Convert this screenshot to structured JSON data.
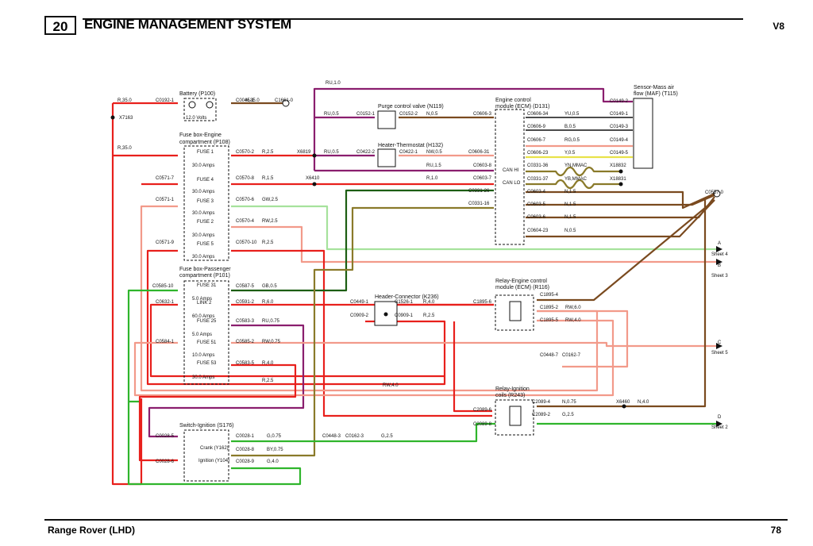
{
  "header": {
    "section": "20",
    "title": "ENGINE MANAGEMENT SYSTEM",
    "model": "V8"
  },
  "footer": {
    "left": "Range Rover (LHD)",
    "page": "78"
  },
  "colors": {
    "red": "#e8201c",
    "brown": "#7a4a1f",
    "purple": "#8a1e6e",
    "green": "#2fb52c",
    "light_green": "#a6e29c",
    "pink": "#f29a8a",
    "dark_green": "#1c5e12",
    "olive": "#8a7a2a",
    "yellow": "#e8e24a",
    "black": "#111111",
    "grey": "#9a9a9a"
  },
  "components": {
    "battery": "Battery (P100)",
    "battery_volts": "12.0 Volts",
    "fusebox_engine": [
      "Fuse box-Engine",
      "compartment (P108)"
    ],
    "fusebox_pass": [
      "Fuse box-Passenger",
      "compartment (P101)"
    ],
    "purge": "Purge control valve (N119)",
    "thermostat": "Heater-Thermostat (H132)",
    "ecm": [
      "Engine control",
      "module (ECM) (D131)"
    ],
    "maf": [
      "Sensor-Mass air",
      "flow (MAF) (T115)"
    ],
    "header_conn": "Header-Connector (K236)",
    "relay_ecm": [
      "Relay-Engine control",
      "module (ECM) (R116)"
    ],
    "relay_ign": [
      "Relay-Ignition",
      "coils (R243)"
    ],
    "switch_ign": "Switch-Ignition (S176)",
    "crank": "Crank (Y162)",
    "ignition": "Ignition (Y104)",
    "can_hi": "CAN HI",
    "can_lo": "CAN LO"
  },
  "fuses": [
    {
      "name": "FUSE 1",
      "amps": "30.0 Amps"
    },
    {
      "name": "FUSE 4",
      "amps": "30.0 Amps"
    },
    {
      "name": "FUSE 3",
      "amps": "30.0 Amps"
    },
    {
      "name": "FUSE 2",
      "amps": "30.0 Amps"
    },
    {
      "name": "FUSE 5",
      "amps": "30.0 Amps"
    },
    {
      "name": "FUSE 31",
      "amps": "5.0 Amps"
    },
    {
      "name": "LINK 2",
      "amps": "60.0 Amps"
    },
    {
      "name": "FUSE 25",
      "amps": "5.0 Amps"
    },
    {
      "name": "FUSE 51",
      "amps": "10.0 Amps"
    },
    {
      "name": "FUSE 53",
      "amps": "30.0 Amps"
    }
  ],
  "labels": [
    "RU,1.0",
    "R,35.0",
    "C0192-1",
    "C0045-1",
    "N,35.0",
    "C1661-0",
    "X7163",
    "R,35.0",
    "C0570-2",
    "R,2.5",
    "X6819",
    "RU,0.5",
    "C0422-2",
    "C0422-1",
    "NW,0.5",
    "C0606-31",
    "RU,1.5",
    "C0603-8",
    "C0571-7",
    "C0570-8",
    "R,1.5",
    "X6410",
    "R,1.0",
    "C0603-7",
    "C0331-26",
    "C0571-1",
    "C0570-6",
    "GW,2.5",
    "C0331-16",
    "C0570-4",
    "RW,2.5",
    "C0571-9",
    "C0570-10",
    "R,2.5",
    "RU,0.5",
    "C0152-1",
    "C0152-2",
    "N,0.5",
    "C0606-3",
    "C0606-34",
    "YU,0.5",
    "C0149-1",
    "C0606-9",
    "B,0.5",
    "C0149-3",
    "C0606-7",
    "RG,0.5",
    "C0149-4",
    "C0606-23",
    "Y,0.5",
    "C0149-5",
    "C0149-2",
    "C0331-36",
    "YN,MMAC",
    "X18832",
    "C0331-37",
    "YB,MMAC",
    "X18831",
    "C0603-4",
    "N,1.5",
    "C0603-5",
    "N,1.5",
    "C0603-6",
    "N,1.5",
    "C0604-23",
    "N,0.5",
    "C0557-0",
    "C0585-10",
    "C0587-5",
    "GB,0.5",
    "C0632-1",
    "C0591-2",
    "R,6.0",
    "C0583-3",
    "RU,0.75",
    "C0584-1",
    "C0585-2",
    "RW,0.75",
    "C0583-5",
    "R,4.0",
    "R,2.5",
    "C0449-1",
    "C1526-1",
    "R,4.0",
    "C1895-6",
    "C0909-2",
    "C0909-1",
    "R,2.5",
    "C1895-4",
    "C1895-2",
    "RW,6.0",
    "C1895-5",
    "RW,4.0",
    "C0448-7",
    "C0162-7",
    "RW,4.0",
    "C2089-4",
    "N,0.75",
    "X6460",
    "N,4.0",
    "C2089-6",
    "C2089-2",
    "G,2.5",
    "C2089-8",
    "C0028-5",
    "C0028-1",
    "G,0.75",
    "C0448-3",
    "C0162-3",
    "G,2.5",
    "C0028-8",
    "BY,0.75",
    "C0028-6",
    "C0028-9",
    "G,4.0"
  ],
  "sheets": [
    {
      "letter": "A",
      "sheet": "Sheet 4"
    },
    {
      "letter": "B",
      "sheet": "Sheet 3"
    },
    {
      "letter": "C",
      "sheet": "Sheet 5"
    },
    {
      "letter": "D",
      "sheet": "Sheet 2"
    }
  ]
}
